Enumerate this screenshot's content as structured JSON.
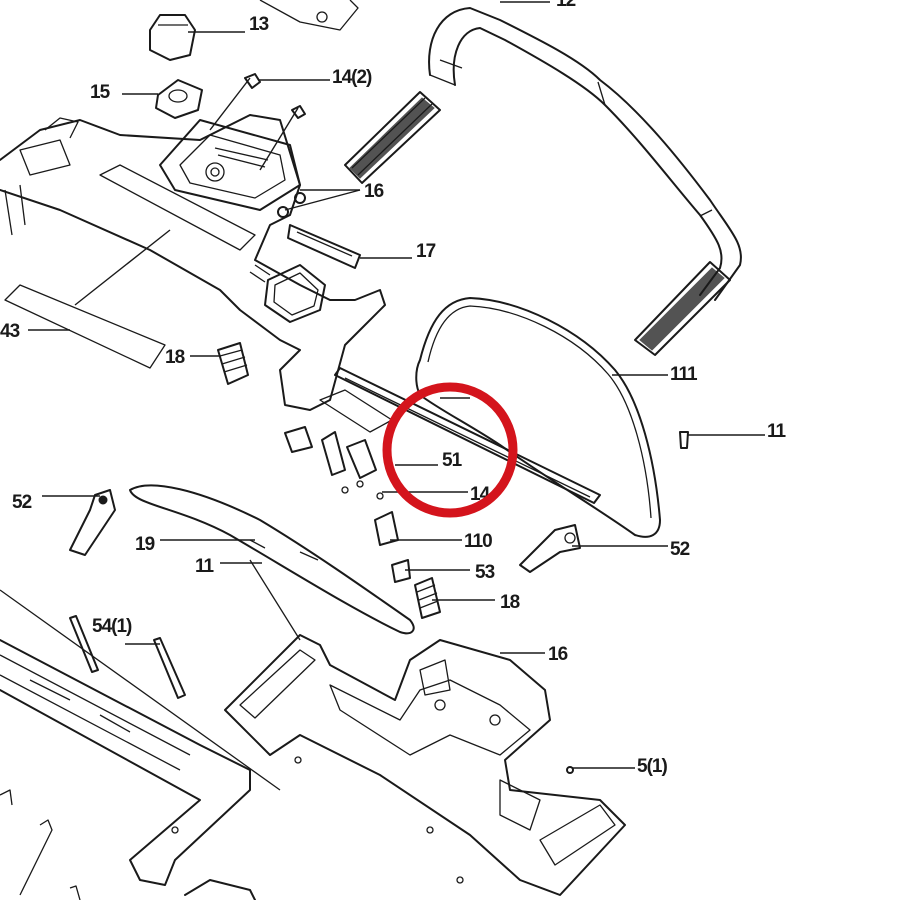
{
  "diagram": {
    "background": "#ffffff",
    "line_color": "#1a1a1a",
    "highlight_color": "#d4141c",
    "callouts": [
      {
        "id": "c-13-top",
        "text": "13"
      },
      {
        "id": "c-14-2",
        "text": "14(2)"
      },
      {
        "id": "c-12",
        "text": "12"
      },
      {
        "id": "c-15",
        "text": "15"
      },
      {
        "id": "c-16-top",
        "text": "16"
      },
      {
        "id": "c-17",
        "text": "17"
      },
      {
        "id": "c-43",
        "text": "43"
      },
      {
        "id": "c-18-left",
        "text": "18"
      },
      {
        "id": "c-111",
        "text": "111"
      },
      {
        "id": "c-11-right",
        "text": "11"
      },
      {
        "id": "c-51",
        "text": "51"
      },
      {
        "id": "c-52-left",
        "text": "52"
      },
      {
        "id": "c-19",
        "text": "19"
      },
      {
        "id": "c-11-left",
        "text": "11"
      },
      {
        "id": "c-110",
        "text": "110"
      },
      {
        "id": "c-53",
        "text": "53"
      },
      {
        "id": "c-52-right",
        "text": "52"
      },
      {
        "id": "c-18-right",
        "text": "18"
      },
      {
        "id": "c-54-1",
        "text": "54(1)"
      },
      {
        "id": "c-16-bottom",
        "text": "16"
      },
      {
        "id": "c-5-1",
        "text": "5(1)"
      },
      {
        "id": "c-14-partial",
        "text": "14"
      }
    ],
    "highlight": {
      "target_callout": "51",
      "shape": "circle"
    }
  }
}
